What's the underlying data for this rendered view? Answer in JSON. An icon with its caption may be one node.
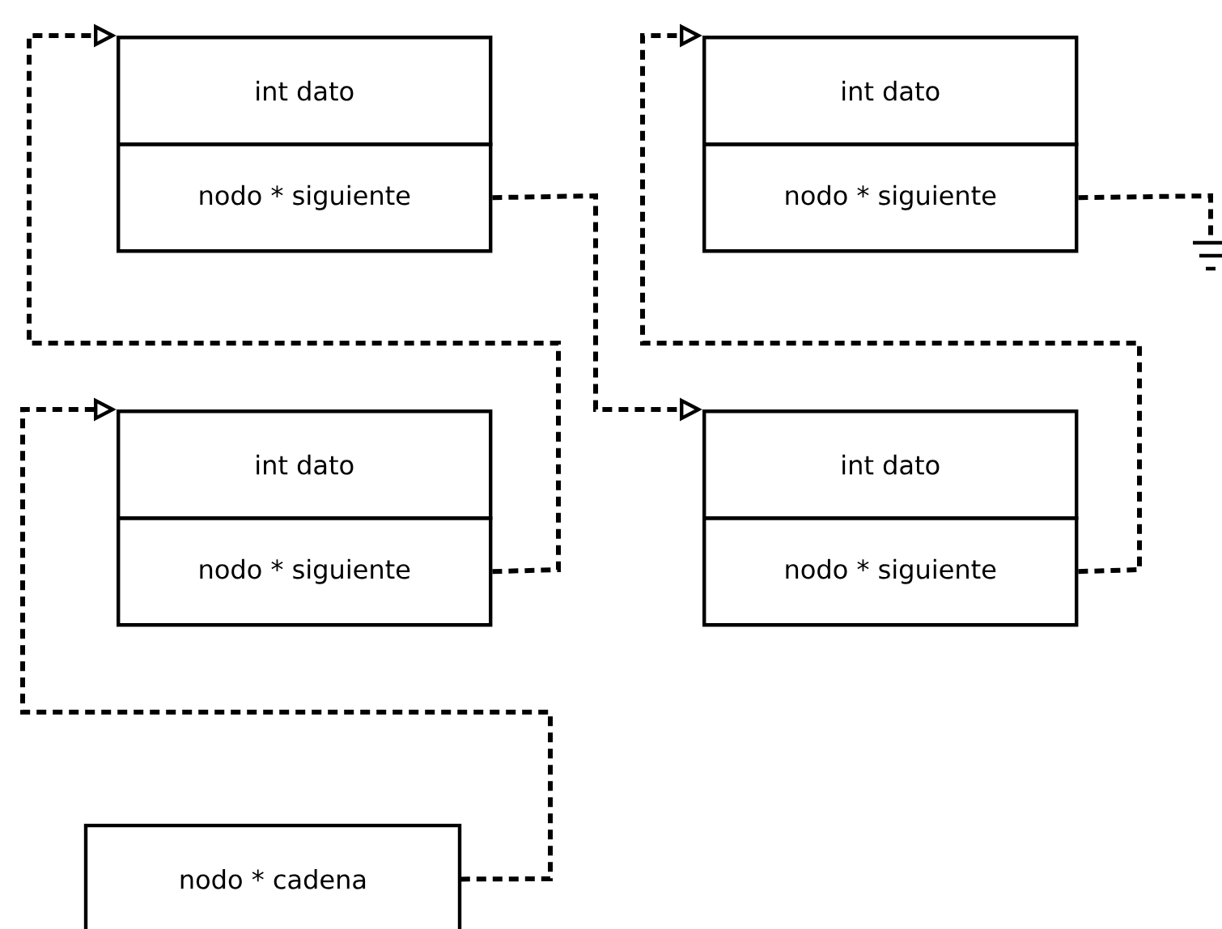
{
  "diagram": {
    "nodes": [
      {
        "text": [
          "int dato"
        ]
      },
      {
        "text": [
          "nodo * siguiente"
        ]
      },
      {
        "text": [
          "int dato"
        ]
      },
      {
        "text": [
          "nodo * siguiente"
        ]
      },
      {
        "text": [
          "int dato"
        ]
      },
      {
        "text": [
          "nodo * siguiente"
        ]
      },
      {
        "text": [
          "int dato"
        ]
      },
      {
        "text": [
          "nodo * siguiente"
        ]
      },
      {
        "text": [
          "nodo * cadena"
        ]
      },
      {
        "text": [],
        "shape": "ground"
      }
    ],
    "edges": [
      {
        "from": 8,
        "to": 4,
        "arrow": "to"
      },
      {
        "from": 5,
        "to": 0,
        "arrow": "to"
      },
      {
        "from": 1,
        "to": 6,
        "arrow": "to"
      },
      {
        "from": 7,
        "to": 2,
        "arrow": "to"
      },
      {
        "from": 3,
        "to": 9,
        "arrow": "none"
      }
    ]
  }
}
